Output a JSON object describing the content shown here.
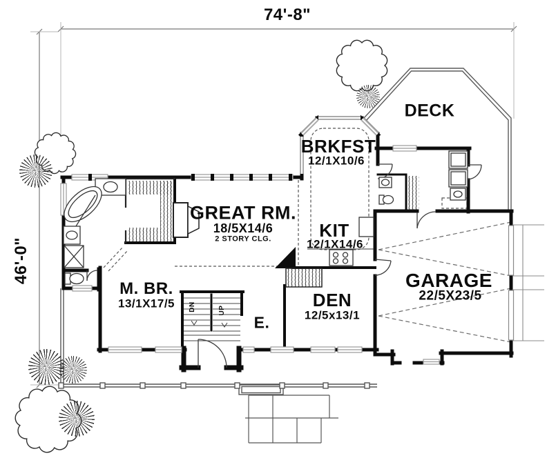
{
  "dimensions": {
    "width_label": "74'-8\"",
    "height_label": "46'-0\""
  },
  "rooms": [
    {
      "name": "DECK"
    },
    {
      "name": "BRKFST",
      "dims": "12/1X10/6"
    },
    {
      "name": "GREAT RM.",
      "dims": "18/5X14/6",
      "note": "2 STORY CLG."
    },
    {
      "name": "KIT",
      "dims": "12/1X14/6"
    },
    {
      "name": "M. BR.",
      "dims": "13/1X17/5"
    },
    {
      "name": "DEN",
      "dims": "12/5x13/1"
    },
    {
      "name": "GARAGE",
      "dims": "22/5X23/5"
    }
  ],
  "labels": {
    "entry": "E.",
    "stairs_down": "DN",
    "stairs_up": "UP"
  },
  "colors": {
    "wall": "#0d0d0d",
    "thin_line": "#3a3a3a",
    "window_gray": "#a8a8a8",
    "dash": "#555555"
  }
}
